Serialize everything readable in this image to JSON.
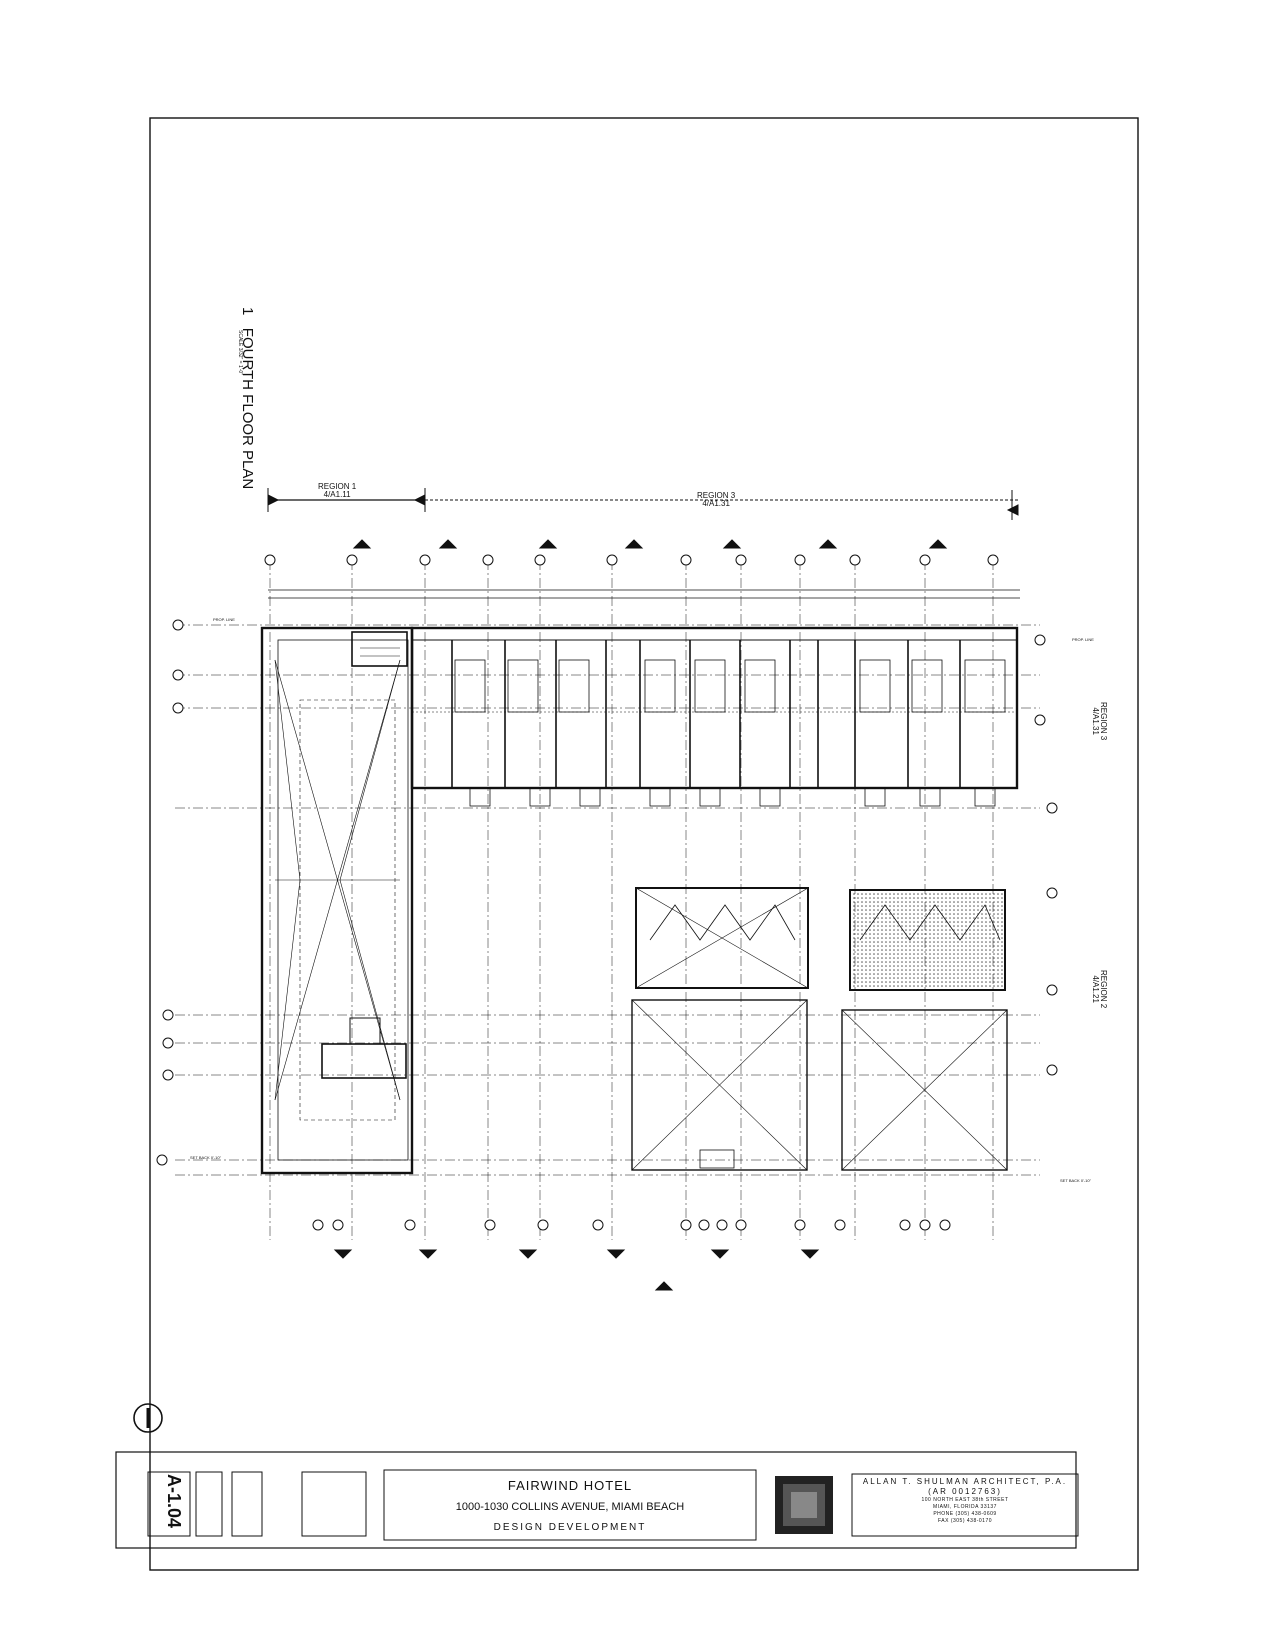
{
  "drawing": {
    "title_number": "1",
    "title": "FOURTH FLOOR PLAN",
    "scale": "SCALE 3/32\" = 1'-0\"",
    "regions": [
      {
        "name": "REGION 1",
        "ref": "4/A1.11"
      },
      {
        "name": "REGION 3",
        "ref": "4/A1.31"
      },
      {
        "name": "REGION 3",
        "ref": "4/A1.31"
      },
      {
        "name": "REGION 2",
        "ref": "4/A1.21"
      }
    ],
    "prop_line": "PROP. LINE",
    "setback": "SET BACK 0'-10\""
  },
  "title_block": {
    "sheet_number": "A-1.04",
    "project_name": "FAIRWIND HOTEL",
    "address": "1000-1030 COLLINS AVENUE, MIAMI BEACH",
    "phase": "DESIGN DEVELOPMENT",
    "architect": {
      "name": "ALLAN T. SHULMAN ARCHITECT, P.A.",
      "license": "(AR 0012763)",
      "street": "100 NORTH EAST 38th STREET",
      "city": "MIAMI, FLORIDA 33137",
      "phone": "PHONE (305) 438-0609",
      "fax": "FAX (305) 438-0170"
    }
  },
  "colors": {
    "ink": "#111111",
    "paper": "#ffffff",
    "hatch": "#555555"
  }
}
